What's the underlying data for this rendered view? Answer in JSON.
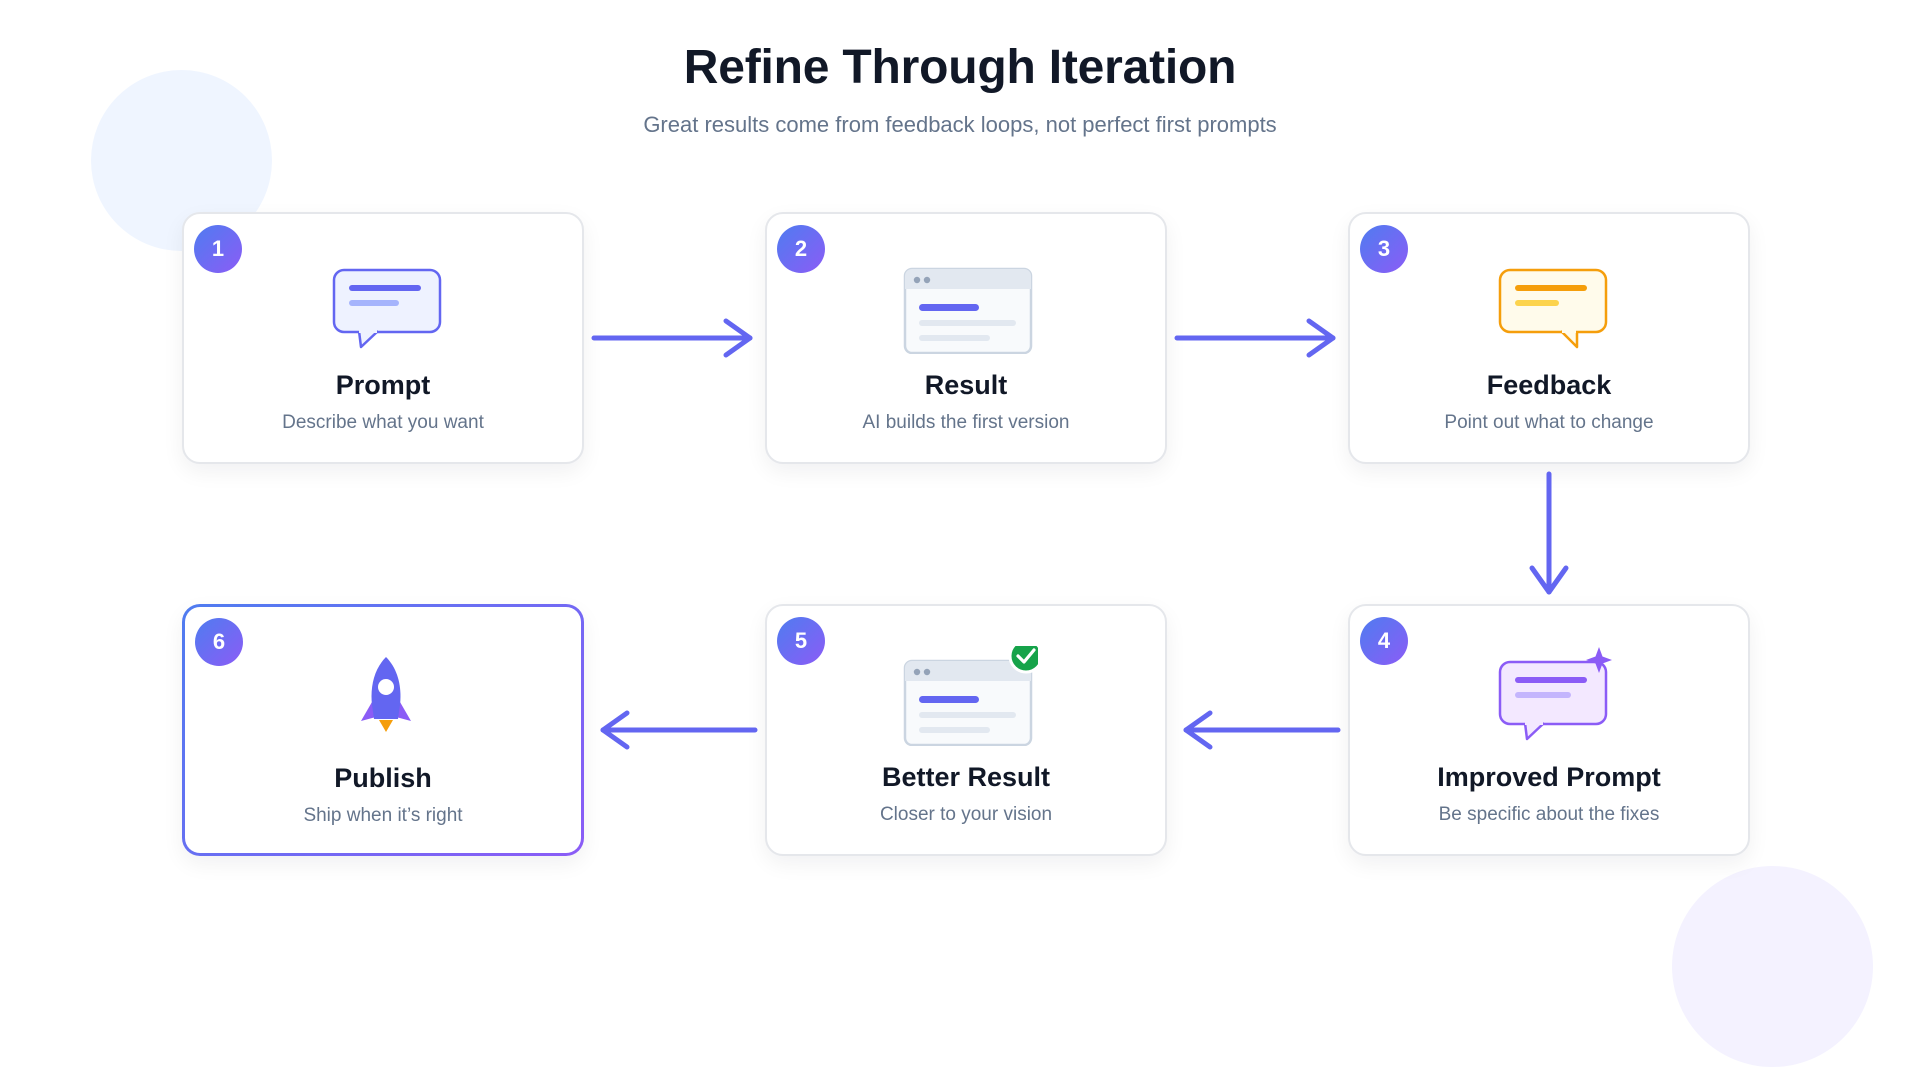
{
  "header": {
    "title": "Refine Through Iteration",
    "subtitle": "Great results come from feedback loops, not perfect first prompts"
  },
  "colors": {
    "accent": "#6366f1",
    "gradient_start": "#4f7cf0",
    "gradient_end": "#8b5cf6",
    "feedback": "#f59e0b",
    "success": "#16a34a"
  },
  "steps": [
    {
      "number": "1",
      "title": "Prompt",
      "description": "Describe what you want",
      "icon": "chat-bubble-icon"
    },
    {
      "number": "2",
      "title": "Result",
      "description": "AI builds the first version",
      "icon": "browser-window-icon"
    },
    {
      "number": "3",
      "title": "Feedback",
      "description": "Point out what to change",
      "icon": "feedback-bubble-icon"
    },
    {
      "number": "4",
      "title": "Improved Prompt",
      "description": "Be specific about the fixes",
      "icon": "sparkle-chat-icon"
    },
    {
      "number": "5",
      "title": "Better Result",
      "description": "Closer to your vision",
      "icon": "browser-check-icon"
    },
    {
      "number": "6",
      "title": "Publish",
      "description": "Ship when it’s right",
      "icon": "rocket-icon"
    }
  ]
}
